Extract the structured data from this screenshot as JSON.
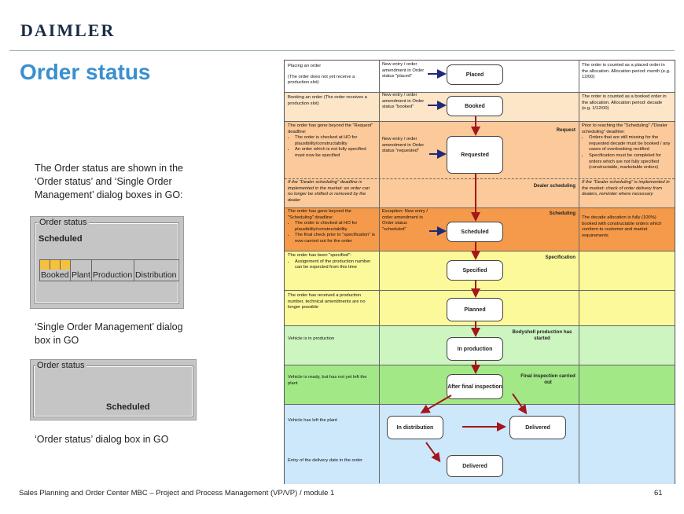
{
  "header": {
    "logo": "DAIMLER",
    "title": "Order status"
  },
  "intro_text": "The Order status are shown in the ‘Order status’ and ‘Single Order Management’ dialog boxes in GO:",
  "single_order_dialog": {
    "legend": "Order status",
    "value": "Scheduled",
    "progress": {
      "steps": [
        "Booked",
        "Plant",
        "Production",
        "Distribution"
      ],
      "filled_cells": 3
    },
    "caption": "‘Single Order Management’ dialog box in GO"
  },
  "order_status_dialog": {
    "legend": "Order status",
    "value": "Scheduled",
    "caption": "‘Order status’ dialog box in GO"
  },
  "footer": {
    "text": "Sales Planning and Order Center MBC – Project and Process Management (VP/VP) / module 1",
    "page": "61"
  },
  "colors": {
    "white": "#ffffff",
    "light_orange": "#fde5c8",
    "peach": "#fbc99a",
    "orange": "#f49a4a",
    "yellow": "#fcf99a",
    "light_green": "#ccf5c0",
    "green": "#a3e887",
    "light_blue": "#cde7fb",
    "arrow_red": "#a3161b",
    "arrow_blue": "#1f2a78"
  },
  "diagram": {
    "placed": {
      "left_title": "Placing an order",
      "left_note": "(The order does not yet receive a production slot)",
      "mid": "New entry / order amendment in Order status \"placed\"",
      "box": "Placed",
      "right": "The order is counted as a placed order in the allocation. Allocation period: month (e.g. 12/00)"
    },
    "booked": {
      "left": "Booking an order (The order receives a production slot)",
      "mid": "New entry / order amendment in Order status \"booked\"",
      "box": "Booked",
      "right": "The order is counted as a booked order in the allocation. Allocation period: decade (e.g. 1/12/00)"
    },
    "requested": {
      "left_title": "The order has gone beyond the \"Request\" deadline:",
      "left_bullets": [
        "The order is checked at HO for plausibility/constructability",
        "An order which is not fully specified must now be specified"
      ],
      "left_italic": "If the \"Dealer scheduling\" deadline is implemented in the market: an order can no longer be shifted or removed by the dealer",
      "mid": "New entry / order amendment in Order status \"requested\"",
      "box": "Requested",
      "tag": "Request",
      "tag2": "Dealer scheduling",
      "right_title": "Prior to reaching the \"Scheduling\" /\"Dealer scheduling\" deadline:",
      "right_bullets": [
        "Orders that are still missing for the requested decade must be booked / any cases of overbooking rectified",
        "Specification must be completed for orders which are not fully specified (constructable, marketable orders)"
      ],
      "right_italic": "If the \"Dealer scheduling\" is implemented in the market: check of order delivery from dealers, reminder where necessary"
    },
    "scheduled": {
      "left_title": "The order has gone beyond the \"Scheduling\" deadline:",
      "left_bullets": [
        "The order is checked at HO for plausibility/constructability",
        "The final check prior to \"specification\" is now carried out for the order"
      ],
      "mid": "Exception: New entry / order amendment in Order status \"scheduled\"",
      "box": "Scheduled",
      "tag": "Scheduling",
      "right": "The decade allocation is fully (100%) booked with constructable orders which conform to customer and market requirements"
    },
    "specified": {
      "left_title": "The order has been \"specified\":",
      "left_bullets": [
        "Assignment of the production number can be expected from this time"
      ],
      "box": "Specified",
      "tag": "Specification"
    },
    "planned": {
      "left": "The order has received a production number, technical amendments are no longer possible",
      "box": "Planned"
    },
    "production": {
      "left": "Vehicle is in production",
      "box": "In production",
      "tag": "Bodyshell production has started"
    },
    "final": {
      "left": "Vehicle is ready, but has not yet left the plant",
      "box": "After final inspection",
      "tag": "Final inspection carried out"
    },
    "left_plant": {
      "left": "Vehicle has left the plant",
      "box_distribution": "In distribution",
      "box_delivered": "Delivered"
    },
    "delivery": {
      "left": "Entry of the delivery date in the order",
      "box": "Delivered"
    }
  }
}
